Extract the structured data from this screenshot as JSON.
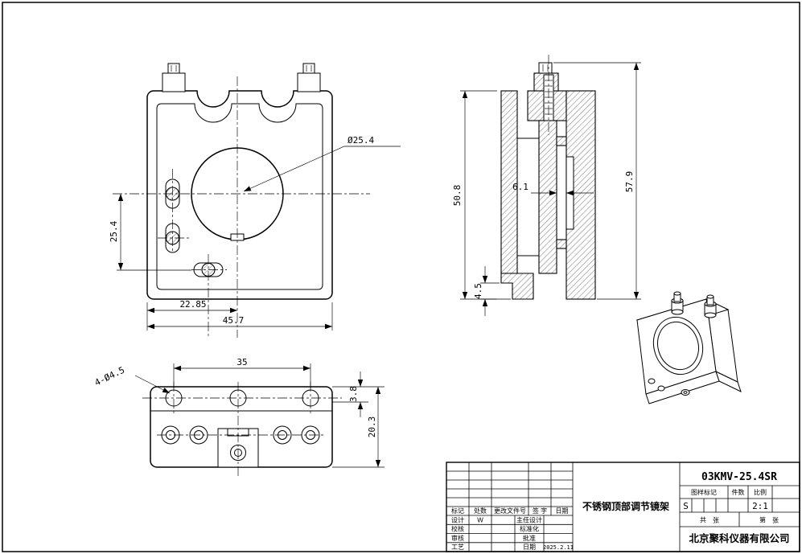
{
  "sheet": {
    "part_number": "03KMV-25.4SR",
    "part_name": "不锈钢顶部调节镜架",
    "company": "北京聚科仪器有限公司"
  },
  "dims": {
    "front": {
      "diameter": "Ø25.4",
      "height": "25.4",
      "width_center": "22.85",
      "width_total": "45.7"
    },
    "section": {
      "body_height": "50.8",
      "gap": "6.1",
      "total_height": "57.9",
      "foot": "4.5"
    },
    "bottom": {
      "holes": "4-Ø4.5",
      "spacing": "35",
      "step": "3.8",
      "depth": "20.3"
    }
  },
  "title_block": {
    "rev": {
      "mark": "标记",
      "count": "处数",
      "doc": "更改文件号",
      "sign": "签 字",
      "date": "日期"
    },
    "roles": {
      "design": "设计",
      "check": "校核",
      "audit": "审核",
      "process": "工艺",
      "chief": "主任设计",
      "standards": "标准化",
      "approve": "批准",
      "date": "日期"
    },
    "values": {
      "design_sign": "W",
      "date": "2025.2.11",
      "mark": "S"
    },
    "right": {
      "sample_mark": "图样标记",
      "qty": "件数",
      "scale": "比例",
      "scale_value": "2:1",
      "sheets_total": "共　张",
      "sheet_no": "第　张"
    }
  }
}
